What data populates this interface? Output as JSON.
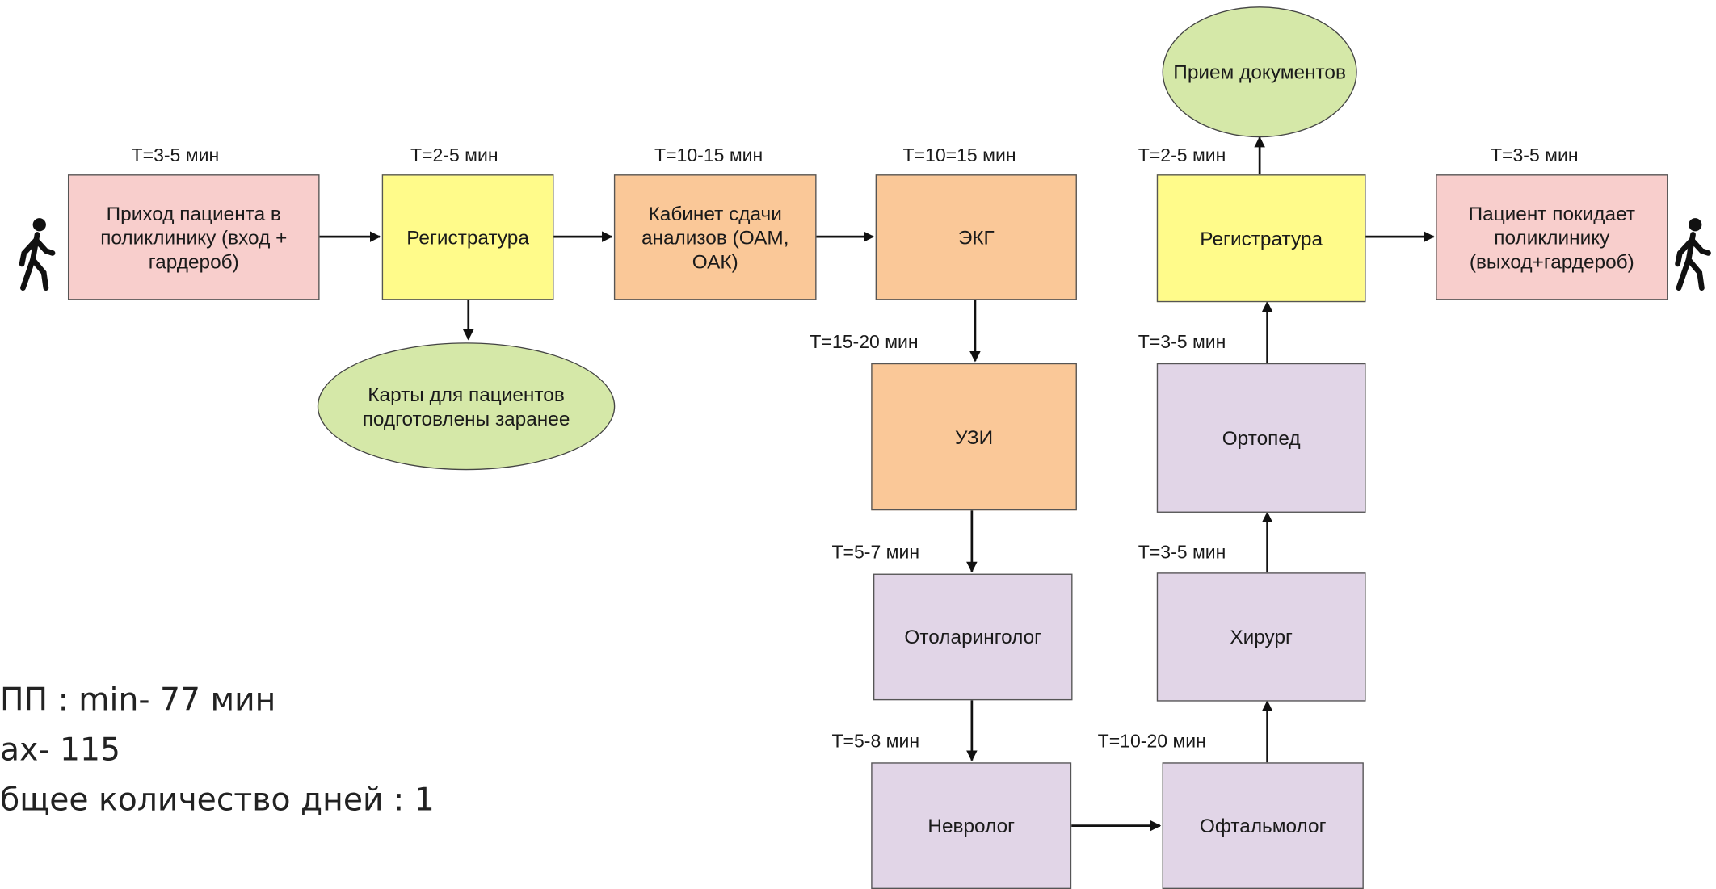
{
  "nodes": {
    "arrival": "Приход пациента в поликлинику (вход + гардероб)",
    "registry1": "Регистратура",
    "cards": "Карты для пациентов подготовлены заранее",
    "tests": "Кабинет сдачи анализов (ОАМ, ОАК)",
    "ecg": "ЭКГ",
    "usg": "УЗИ",
    "ent": "Отоларинголог",
    "neuro": "Невролог",
    "ophth": "Офтальмолог",
    "surgeon": "Хирург",
    "ortho": "Ортопед",
    "registry2": "Регистратура",
    "docs": "Прием документов",
    "leave": "Пациент покидает поликлинику (выход+гардероб)"
  },
  "times": {
    "arrival": "Т=3-5 мин",
    "registry1": "Т=2-5 мин",
    "tests": "Т=10-15 мин",
    "ecg": "Т=10=15 мин",
    "usg": "Т=15-20 мин",
    "ent": "Т=5-7 мин",
    "neuro": "Т=5-8 мин",
    "ophth": "Т=10-20 мин",
    "surgeon": "Т=3-5 мин",
    "ortho": "Т=3-5 мин",
    "registry2": "Т=2-5 мин",
    "leave": "Т=3-5 мин"
  },
  "summary": {
    "line1": "ПП : min- 77 мин",
    "line2": "ax- 115",
    "line3": "бщее количество дней : 1"
  },
  "colors": {
    "pink": "#f8cecc",
    "yellow": "#fffb8a",
    "orange": "#fac898",
    "purple": "#e1d5e7",
    "green": "#d5e8a8"
  },
  "icons": {
    "start": "walking-person-icon",
    "end": "walking-person-icon"
  }
}
